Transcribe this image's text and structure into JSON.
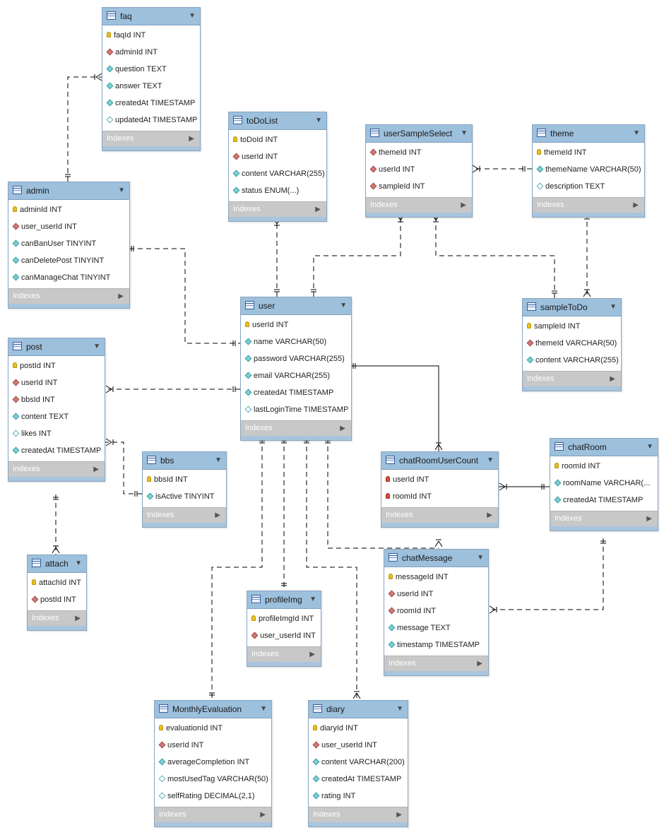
{
  "tables": [
    {
      "id": "faq",
      "name": "faq",
      "columns": [
        {
          "icon": "primary-key-icon",
          "text": "faqId INT"
        },
        {
          "icon": "foreign-key-icon",
          "text": "adminId INT"
        },
        {
          "icon": "not-null-icon",
          "text": "question TEXT"
        },
        {
          "icon": "not-null-icon",
          "text": "answer TEXT"
        },
        {
          "icon": "not-null-icon",
          "text": "createdAt TIMESTAMP"
        },
        {
          "icon": "nullable-icon",
          "text": "updatedAt TIMESTAMP"
        }
      ]
    },
    {
      "id": "todolist",
      "name": "toDoList",
      "columns": [
        {
          "icon": "primary-key-icon",
          "text": "toDoId INT"
        },
        {
          "icon": "foreign-key-icon",
          "text": "userId INT"
        },
        {
          "icon": "not-null-icon",
          "text": "content VARCHAR(255)"
        },
        {
          "icon": "not-null-icon",
          "text": "status ENUM(...)"
        }
      ]
    },
    {
      "id": "usersampleselect",
      "name": "userSampleSelect",
      "columns": [
        {
          "icon": "foreign-key-icon",
          "text": "themeId INT"
        },
        {
          "icon": "foreign-key-icon",
          "text": "userId INT"
        },
        {
          "icon": "foreign-key-icon",
          "text": "sampleId INT"
        }
      ]
    },
    {
      "id": "theme",
      "name": "theme",
      "columns": [
        {
          "icon": "primary-key-icon",
          "text": "themeId INT"
        },
        {
          "icon": "not-null-icon",
          "text": "themeName VARCHAR(50)"
        },
        {
          "icon": "nullable-icon",
          "text": "description TEXT"
        }
      ]
    },
    {
      "id": "admin",
      "name": "admin",
      "columns": [
        {
          "icon": "primary-key-icon",
          "text": "adminId INT"
        },
        {
          "icon": "foreign-key-icon",
          "text": "user_userId INT"
        },
        {
          "icon": "not-null-icon",
          "text": "canBanUser TINYINT"
        },
        {
          "icon": "not-null-icon",
          "text": "canDeletePost TINYINT"
        },
        {
          "icon": "not-null-icon",
          "text": "canManageChat TINYINT"
        }
      ]
    },
    {
      "id": "user",
      "name": "user",
      "columns": [
        {
          "icon": "primary-key-icon",
          "text": "userId INT"
        },
        {
          "icon": "not-null-icon",
          "text": "name VARCHAR(50)"
        },
        {
          "icon": "not-null-icon",
          "text": "password VARCHAR(255)"
        },
        {
          "icon": "not-null-icon",
          "text": "email VARCHAR(255)"
        },
        {
          "icon": "not-null-icon",
          "text": "createdAt TIMESTAMP"
        },
        {
          "icon": "nullable-icon",
          "text": "lastLoginTime TIMESTAMP"
        }
      ]
    },
    {
      "id": "sampletodo",
      "name": "sampleToDo",
      "columns": [
        {
          "icon": "primary-key-icon",
          "text": "sampleId INT"
        },
        {
          "icon": "foreign-key-icon",
          "text": "themeId VARCHAR(50)"
        },
        {
          "icon": "not-null-icon",
          "text": "content VARCHAR(255)"
        }
      ]
    },
    {
      "id": "post",
      "name": "post",
      "columns": [
        {
          "icon": "primary-key-icon",
          "text": "postId INT"
        },
        {
          "icon": "foreign-key-icon",
          "text": "userId INT"
        },
        {
          "icon": "foreign-key-icon",
          "text": "bbsId INT"
        },
        {
          "icon": "not-null-icon",
          "text": "content TEXT"
        },
        {
          "icon": "nullable-icon",
          "text": "likes INT"
        },
        {
          "icon": "not-null-icon",
          "text": "createdAt TIMESTAMP"
        }
      ]
    },
    {
      "id": "bbs",
      "name": "bbs",
      "columns": [
        {
          "icon": "primary-key-icon",
          "text": "bbsId INT"
        },
        {
          "icon": "not-null-icon",
          "text": "isActive TINYINT"
        }
      ]
    },
    {
      "id": "chatroomusercount",
      "name": "chatRoomUserCount",
      "columns": [
        {
          "icon": "primary-foreign-key-icon",
          "text": "userId INT"
        },
        {
          "icon": "primary-foreign-key-icon",
          "text": "roomId INT"
        }
      ]
    },
    {
      "id": "chatroom",
      "name": "chatRoom",
      "columns": [
        {
          "icon": "primary-key-icon",
          "text": "roomId INT"
        },
        {
          "icon": "not-null-icon",
          "text": "roomName VARCHAR(..."
        },
        {
          "icon": "not-null-icon",
          "text": "createdAt TIMESTAMP"
        }
      ]
    },
    {
      "id": "attach",
      "name": "attach",
      "columns": [
        {
          "icon": "primary-key-icon",
          "text": "attachId INT"
        },
        {
          "icon": "foreign-key-icon",
          "text": "postId INT"
        }
      ]
    },
    {
      "id": "profileimg",
      "name": "profileImg",
      "columns": [
        {
          "icon": "primary-key-icon",
          "text": "profileImgId INT"
        },
        {
          "icon": "foreign-key-icon",
          "text": "user_userId INT"
        }
      ]
    },
    {
      "id": "chatmessage",
      "name": "chatMessage",
      "columns": [
        {
          "icon": "primary-key-icon",
          "text": "messageId INT"
        },
        {
          "icon": "foreign-key-icon",
          "text": "userId INT"
        },
        {
          "icon": "foreign-key-icon",
          "text": "roomId INT"
        },
        {
          "icon": "not-null-icon",
          "text": "message TEXT"
        },
        {
          "icon": "not-null-icon",
          "text": "timestamp TIMESTAMP"
        }
      ]
    },
    {
      "id": "monthlyevaluation",
      "name": "MonthlyEvaluation",
      "columns": [
        {
          "icon": "primary-key-icon",
          "text": "evaluationId INT"
        },
        {
          "icon": "foreign-key-icon",
          "text": "userId INT"
        },
        {
          "icon": "not-null-icon",
          "text": "averageCompletion INT"
        },
        {
          "icon": "nullable-icon",
          "text": "mostUsedTag VARCHAR(50)"
        },
        {
          "icon": "nullable-icon",
          "text": "selfRating DECIMAL(2,1)"
        }
      ]
    },
    {
      "id": "diary",
      "name": "diary",
      "columns": [
        {
          "icon": "primary-key-icon",
          "text": "diaryId INT"
        },
        {
          "icon": "foreign-key-icon",
          "text": "user_userId INT"
        },
        {
          "icon": "not-null-icon",
          "text": "content VARCHAR(200)"
        },
        {
          "icon": "not-null-icon",
          "text": "createdAt TIMESTAMP"
        },
        {
          "icon": "not-null-icon",
          "text": "rating INT"
        }
      ]
    }
  ],
  "indexes_label": "Indexes",
  "colors": {
    "header": "#9dc0dc",
    "indexes_bar": "#c8c8c8",
    "footer": "#a9c5dd",
    "border": "#8aa6c1",
    "primary_key": "#e8c020",
    "foreign_key": "#d07a78",
    "not_null": "#7fd0d6",
    "connector": "#000000"
  },
  "relationships": [
    {
      "from": "admin",
      "to": "faq",
      "cardinality": "one-to-many"
    },
    {
      "from": "admin",
      "to": "user",
      "cardinality": "one-to-one"
    },
    {
      "from": "user",
      "to": "toDoList",
      "cardinality": "one-to-many"
    },
    {
      "from": "user",
      "to": "userSampleSelect",
      "cardinality": "one-to-many"
    },
    {
      "from": "theme",
      "to": "userSampleSelect",
      "cardinality": "one-to-many"
    },
    {
      "from": "sampleToDo",
      "to": "userSampleSelect",
      "cardinality": "one-to-many"
    },
    {
      "from": "theme",
      "to": "sampleToDo",
      "cardinality": "one-to-many"
    },
    {
      "from": "user",
      "to": "post",
      "cardinality": "one-to-many"
    },
    {
      "from": "bbs",
      "to": "post",
      "cardinality": "one-to-many"
    },
    {
      "from": "post",
      "to": "attach",
      "cardinality": "one-to-many"
    },
    {
      "from": "user",
      "to": "chatRoomUserCount",
      "cardinality": "one-to-many"
    },
    {
      "from": "chatRoom",
      "to": "chatRoomUserCount",
      "cardinality": "one-to-many"
    },
    {
      "from": "user",
      "to": "chatMessage",
      "cardinality": "one-to-many"
    },
    {
      "from": "chatRoom",
      "to": "chatMessage",
      "cardinality": "one-to-many"
    },
    {
      "from": "user",
      "to": "profileImg",
      "cardinality": "one-to-one"
    },
    {
      "from": "user",
      "to": "MonthlyEvaluation",
      "cardinality": "one-to-one"
    },
    {
      "from": "user",
      "to": "diary",
      "cardinality": "one-to-many"
    }
  ]
}
